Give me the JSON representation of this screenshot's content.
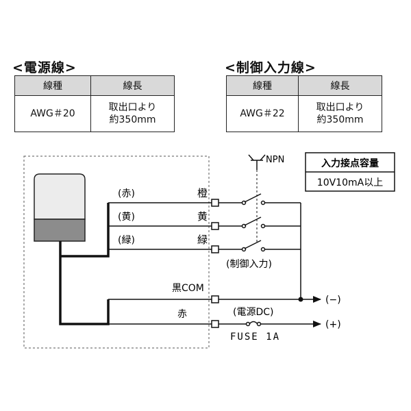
{
  "power_wire": {
    "title": "<電源線>",
    "headers": [
      "線種",
      "線長"
    ],
    "type": "AWG＃20",
    "length_line1": "取出口より",
    "length_line2": "約350mm"
  },
  "control_wire": {
    "title": "<制御入力線>",
    "headers": [
      "線種",
      "線長"
    ],
    "type": "AWG＃22",
    "length_line1": "取出口より",
    "length_line2": "約350mm"
  },
  "diagram": {
    "npn_label": "NPN",
    "capacity_title": "入力接点容量",
    "capacity_value": "10V10mA以上",
    "wires": [
      {
        "color_name": "(赤)",
        "label": "橙"
      },
      {
        "color_name": "(黄)",
        "label": "黄"
      },
      {
        "color_name": "(緑)",
        "label": "緑"
      }
    ],
    "control_input_label": "(制御入力)",
    "com_label": "黒COM",
    "red_label": "赤",
    "power_dc_label": "(電源DC)",
    "fuse_label": "FUSE 1A",
    "minus_label": "(−)",
    "plus_label": "(+)"
  },
  "colors": {
    "line": "#111111",
    "header_bg": "#d9d9d9",
    "lamp_top": "#e6e6e6",
    "lamp_bottom": "#8c8c8c"
  }
}
